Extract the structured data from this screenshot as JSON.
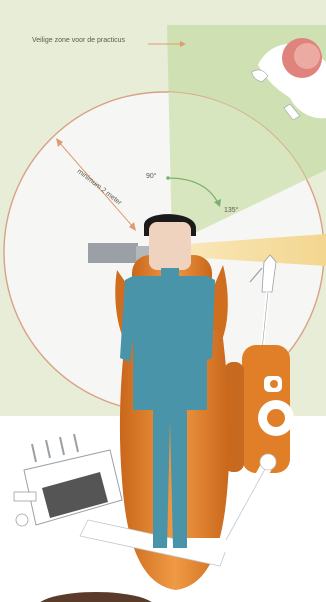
{
  "diagram": {
    "zone_label": "Veilige zone voor de practicus",
    "distance_label": "minimum 2 meter",
    "angle_small": "90°",
    "angle_large": "135°"
  },
  "colors": {
    "background_panel": "#e7edd7",
    "safe_zone": "#cfe0b3",
    "circle_fill": "#f6f6f4",
    "circle_stroke": "#d9a184",
    "arrow": "#e19a6c",
    "angle_arc": "#79b26d",
    "xray_beam": "#f7dfa6",
    "chair_orange": "#e07f28",
    "patient_blue": "#4994a8",
    "equipment_gray": "#9aa0a6"
  }
}
